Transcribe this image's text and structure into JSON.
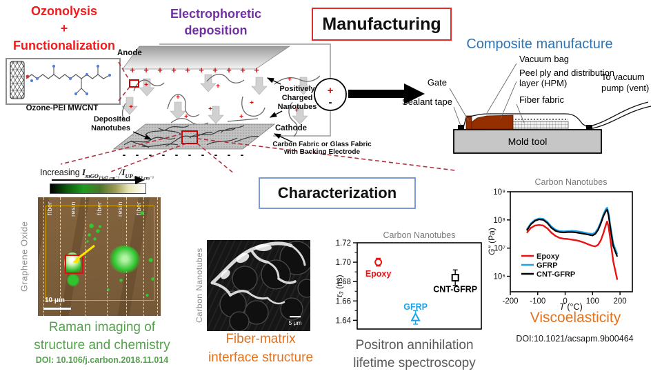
{
  "titles": {
    "ozonolysis_1": "Ozonolysis",
    "ozonolysis_2": "+",
    "ozonolysis_3": "Functionalization",
    "epd_1": "Electrophoretic",
    "epd_2": "deposition",
    "manufacturing": "Manufacturing",
    "characterization": "Characterization",
    "composite": "Composite manufacture"
  },
  "molecule": {
    "caption": "Ozone-PEI MWCNT"
  },
  "epd": {
    "anode": "Anode",
    "cathode": "Cathode",
    "plus": "+",
    "minus": "-",
    "pos_charged_1": "Positively",
    "pos_charged_2": "Charged",
    "pos_charged_3": "Nanotubes",
    "deposited_1": "Deposited",
    "deposited_2": "Nanotubes",
    "fabric_1": "Carbon Fabric or Glass Fabric",
    "fabric_2": "with Backing Electrode"
  },
  "power": {
    "plus": "+",
    "minus": "-"
  },
  "composite": {
    "gate": "Gate",
    "sealant": "Sealant tape",
    "vacuum_bag": "Vacuum bag",
    "peel_ply_1": "Peel ply and distribution",
    "peel_ply_2": "layer (HPM)",
    "fiber_fabric": "Fiber fabric",
    "pump_1": "To vacuum",
    "pump_2": "pump (vent)",
    "mold": "Mold tool"
  },
  "raman": {
    "increasing": "Increasing ",
    "i1": "I",
    "sub1_main": "mGO",
    "sub1_small": "1347 cm⁻¹",
    "slash": "/",
    "i2": "I",
    "sub2_main": "UP",
    "sub2_small": "1002 cm⁻¹",
    "side_label": "Graphene Oxide",
    "region_labels": [
      "fiber",
      "resin",
      "fiber",
      "resin",
      "fiber"
    ],
    "scale": "10 μm",
    "caption_1": "Raman imaging of",
    "caption_2": "structure and chemistry",
    "doi": "DOI: 10.106/j.carbon.2018.11.014"
  },
  "sem": {
    "side_label": "Carbon Nanotubes",
    "scale": "5 μm",
    "caption_1": "Fiber-matrix",
    "caption_2": "interface structure"
  },
  "chart_data": [
    {
      "id": "pals",
      "type": "scatter",
      "title": "Carbon Nanotubes",
      "ylabel_italic": "τ₃",
      "ylabel_rest": " (ns)",
      "ylim": [
        1.631,
        1.72
      ],
      "yticks": [
        1.72,
        1.7,
        1.68,
        1.66,
        1.64
      ],
      "ytick_labels": [
        "1.72",
        "1.70",
        "1.68",
        "1.66",
        "1.64"
      ],
      "series": [
        {
          "name": "Epoxy",
          "color": "#ee1111",
          "marker": "circle",
          "xfrac": 0.17,
          "y": 1.7,
          "err": 0.004,
          "label_pos": "below"
        },
        {
          "name": "GFRP",
          "color": "#1da2e8",
          "marker": "triangle",
          "xfrac": 0.47,
          "y": 1.643,
          "err": 0.007,
          "label_pos": "above"
        },
        {
          "name": "CNT-GFRP",
          "color": "#000000",
          "marker": "square",
          "xfrac": 0.79,
          "y": 1.684,
          "err": 0.008,
          "label_pos": "below"
        }
      ],
      "caption_line1": "Positron annihilation",
      "caption_line2": "lifetime spectroscopy"
    },
    {
      "id": "visco",
      "type": "line",
      "title": "Carbon Nanotubes",
      "xlabel_italic": "T",
      "xlabel_rest": " (°C)",
      "ylabel_italic": "G″",
      "ylabel_rest": " (Pa)",
      "xlim": [
        -200,
        245
      ],
      "xticks": [
        -200,
        -100,
        0,
        100,
        200
      ],
      "ylog_exp_range": [
        5.45,
        9.0
      ],
      "yticks_exp": [
        9,
        8,
        7,
        6
      ],
      "ytick_labels": [
        "10⁹",
        "10⁸",
        "10⁷",
        "10⁶"
      ],
      "x": [
        -140,
        -125,
        -110,
        -95,
        -80,
        -65,
        -50,
        -35,
        -20,
        -5,
        10,
        25,
        40,
        55,
        70,
        85,
        100,
        110,
        120,
        130,
        140,
        148,
        153,
        158,
        165,
        175,
        190
      ],
      "series": [
        {
          "name": "Epoxy",
          "color": "#ee1111",
          "values": [
            35000000.0,
            52000000.0,
            63000000.0,
            66000000.0,
            63000000.0,
            50000000.0,
            35000000.0,
            27000000.0,
            23000000.0,
            21500000.0,
            21000000.0,
            20000000.0,
            19000000.0,
            17500000.0,
            15500000.0,
            13500000.0,
            12000000.0,
            11500000.0,
            13000000.0,
            19000000.0,
            35000000.0,
            65000000.0,
            88000000.0,
            60000000.0,
            20000000.0,
            3500000.0,
            750000.0
          ]
        },
        {
          "name": "GFRP",
          "color": "#1da2e8",
          "values": [
            45000000.0,
            75000000.0,
            100000000.0,
            112000000.0,
            110000000.0,
            85000000.0,
            58000000.0,
            45000000.0,
            40000000.0,
            39000000.0,
            40000000.0,
            41000000.0,
            40000000.0,
            38000000.0,
            36000000.0,
            33000000.0,
            32000000.0,
            36000000.0,
            50000000.0,
            85000000.0,
            160000000.0,
            240000000.0,
            270000000.0,
            180000000.0,
            60000000.0,
            15000000.0,
            6000000.0
          ]
        },
        {
          "name": "CNT-GFRP",
          "color": "#000000",
          "values": [
            42000000.0,
            70000000.0,
            93000000.0,
            105000000.0,
            100000000.0,
            78000000.0,
            52000000.0,
            41000000.0,
            37000000.0,
            36000000.0,
            37000000.0,
            37000000.0,
            36000000.0,
            34000000.0,
            32000000.0,
            30000000.0,
            28000000.0,
            32000000.0,
            44000000.0,
            75000000.0,
            140000000.0,
            200000000.0,
            230000000.0,
            150000000.0,
            50000000.0,
            12000000.0,
            5000000.0
          ]
        }
      ],
      "caption": "Viscoelasticity",
      "doi": "DOI:10.1021/acsapm.9b00464"
    }
  ]
}
